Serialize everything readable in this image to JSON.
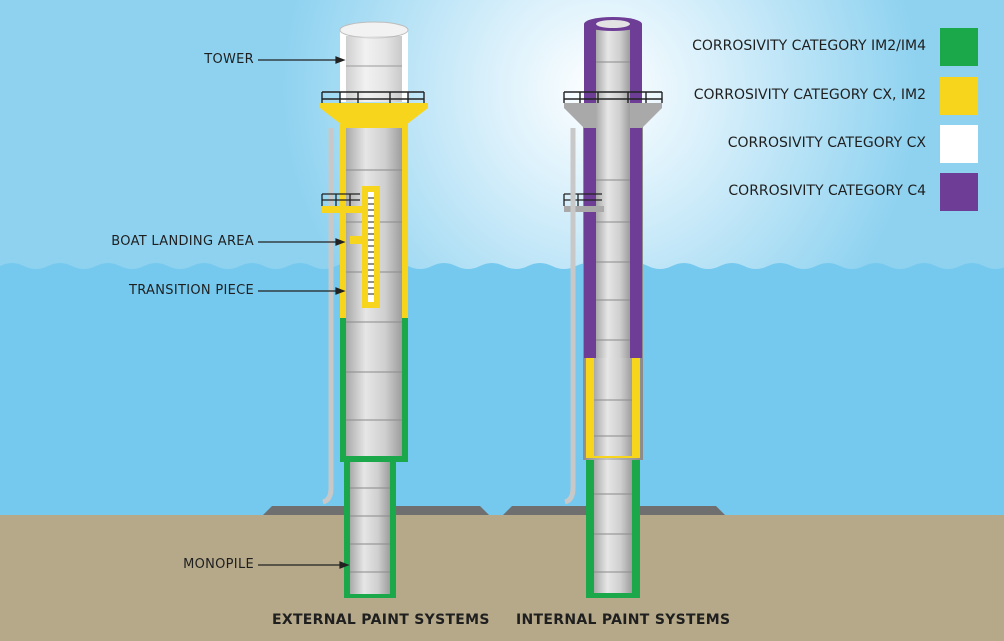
{
  "labels": {
    "tower": "TOWER",
    "boat_landing": "BOAT LANDING AREA",
    "transition_piece": "TRANSITION PIECE",
    "monopile": "MONOPILE"
  },
  "captions": {
    "external": "EXTERNAL PAINT SYSTEMS",
    "internal": "INTERNAL PAINT SYSTEMS"
  },
  "legend": [
    {
      "label": "CORROSIVITY CATEGORY IM2/IM4",
      "color": "#1aa84a"
    },
    {
      "label": "CORROSIVITY CATEGORY CX, IM2",
      "color": "#f7d51d"
    },
    {
      "label": "CORROSIVITY CATEGORY CX",
      "color": "#ffffff"
    },
    {
      "label": "CORROSIVITY CATEGORY C4",
      "color": "#6e3e96"
    }
  ],
  "colors": {
    "sky": "#8fd3f1",
    "sea": "#73c8ee",
    "seabed": "#b5a888",
    "steel": "#cfcfcf"
  }
}
